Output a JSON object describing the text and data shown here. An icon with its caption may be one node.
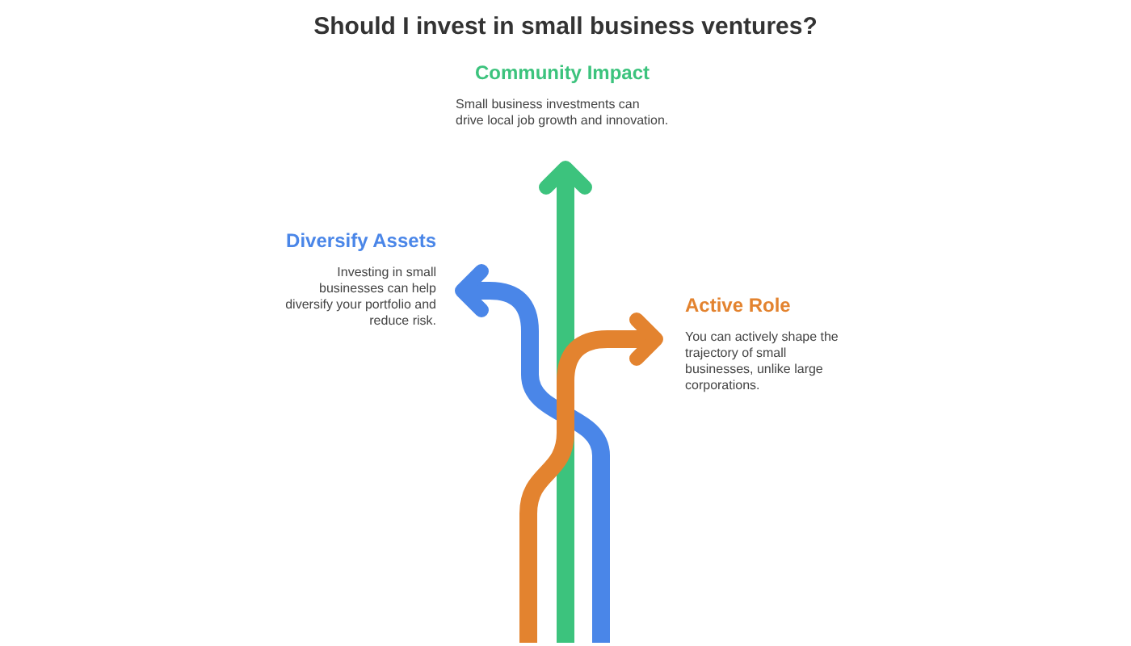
{
  "diagram": {
    "title": "Should I invest in small business ventures?",
    "nodes": [
      {
        "text": [
          "Community Impact",
          "Small business investments can drive local job growth and innovation."
        ]
      },
      {
        "text": [
          "Diversify Assets",
          "Investing in small businesses can help diversify your portfolio and reduce risk."
        ]
      },
      {
        "text": [
          "Active Role",
          "You can actively shape the trajectory of small businesses, unlike large corporations."
        ]
      }
    ],
    "edges": [
      {
        "from": null,
        "to": 1,
        "arrow": "to",
        "color": "#4a86e8"
      },
      {
        "from": null,
        "to": 0,
        "arrow": "to",
        "color": "#3cc37d"
      },
      {
        "from": null,
        "to": 2,
        "arrow": "to",
        "color": "#e3832f"
      }
    ]
  }
}
